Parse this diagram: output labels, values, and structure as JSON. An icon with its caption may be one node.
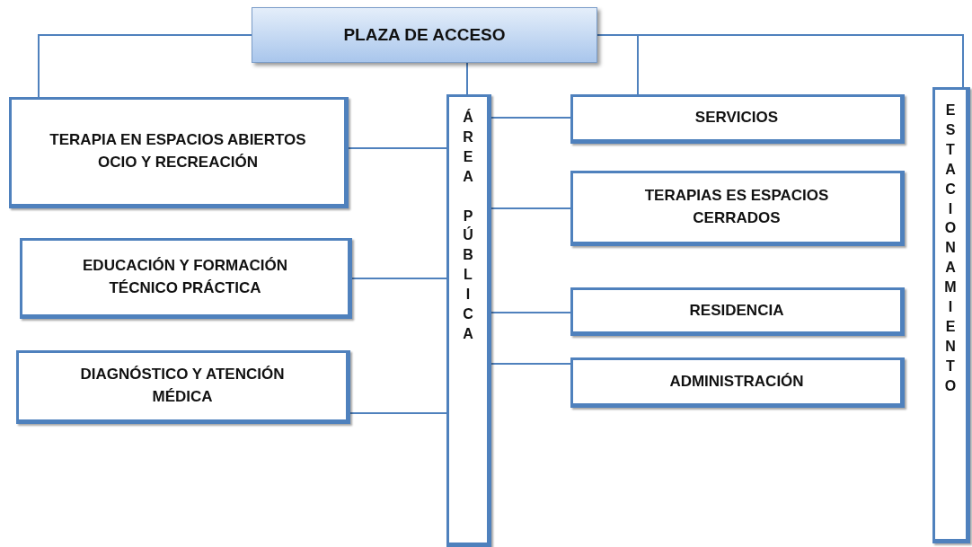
{
  "diagram": {
    "nodes": [
      {
        "text": [
          "PLAZA DE ACCESO"
        ]
      },
      {
        "text": [
          "TERAPIA EN ESPACIOS ABIERTOS",
          "OCIO Y RECREACIÓN"
        ]
      },
      {
        "text": [
          "ÁREA PÚBLICA"
        ]
      },
      {
        "text": [
          "EDUCACIÓN Y FORMACIÓN TÉCNICO PRÁCTICA"
        ]
      },
      {
        "text": [
          "DIAGNÓSTICO Y ATENCIÓN MÉDICA"
        ]
      },
      {
        "text": [
          "SERVICIOS"
        ]
      },
      {
        "text": [
          "TERAPIAS ES ESPACIOS CERRADOS"
        ]
      },
      {
        "text": [
          "RESIDENCIA"
        ]
      },
      {
        "text": [
          "ADMINISTRACIÓN"
        ]
      },
      {
        "text": [
          "ESTACIONAMIENTO"
        ]
      }
    ],
    "edges": [
      {
        "from": 0,
        "to": 1,
        "arrow": "none"
      },
      {
        "from": 0,
        "to": 9,
        "arrow": "none"
      },
      {
        "from": 0,
        "to": 2,
        "arrow": "none"
      },
      {
        "from": 0,
        "to": 5,
        "arrow": "none"
      },
      {
        "from": 2,
        "to": 1,
        "arrow": "none"
      },
      {
        "from": 2,
        "to": 3,
        "arrow": "none"
      },
      {
        "from": 2,
        "to": 4,
        "arrow": "none"
      },
      {
        "from": 2,
        "to": 5,
        "arrow": "none"
      },
      {
        "from": 2,
        "to": 6,
        "arrow": "none"
      },
      {
        "from": 2,
        "to": 7,
        "arrow": "none"
      },
      {
        "from": 2,
        "to": 8,
        "arrow": "none"
      }
    ]
  }
}
